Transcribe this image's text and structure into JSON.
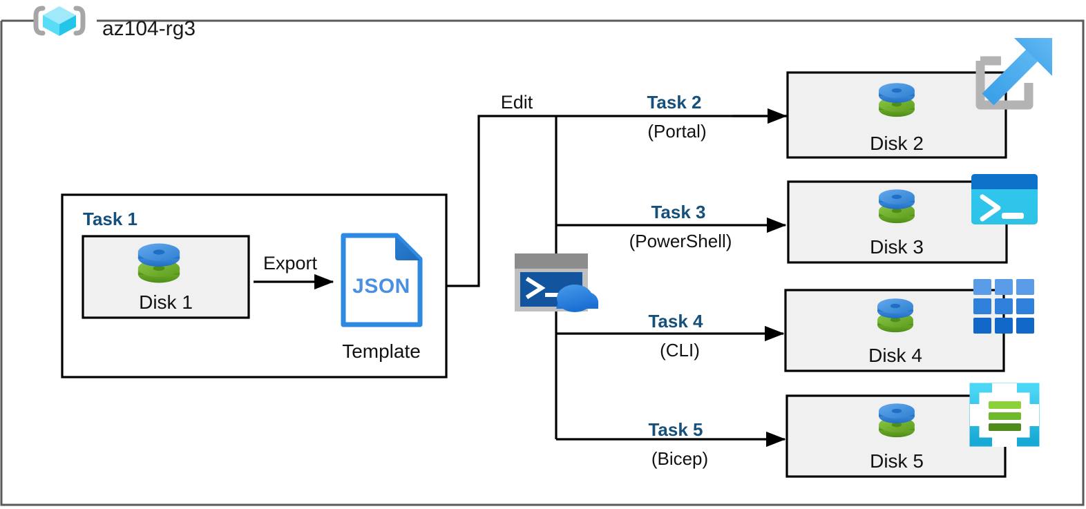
{
  "diagram": {
    "title": "az104-rg3",
    "resource_group_icon": "resource-group-cube-icon",
    "frame_color": "#595959",
    "accent_color": "#15507d",
    "tile_fill": "#f0f0f0",
    "disk_blue": "#3b87d8",
    "disk_green": "#6aaa2a"
  },
  "task1": {
    "label": "Task 1",
    "disk": {
      "name": "Disk 1",
      "icon": "managed-disk-icon"
    },
    "export_edge": "Export",
    "template": {
      "label": "Template",
      "file_type": "JSON",
      "icon": "json-file-icon"
    }
  },
  "edit_edge": {
    "label": "Edit",
    "shell_icon": "cloud-shell-icon"
  },
  "branches": [
    {
      "task": "Task 2",
      "method": "(Portal)",
      "disk": "Disk 2",
      "tool_icon": "azure-portal-icon",
      "disk_icon": "managed-disk-icon"
    },
    {
      "task": "Task 3",
      "method": "(PowerShell)",
      "disk": "Disk 3",
      "tool_icon": "powershell-icon",
      "disk_icon": "managed-disk-icon"
    },
    {
      "task": "Task 4",
      "method": "(CLI)",
      "disk": "Disk 4",
      "tool_icon": "azure-cli-grid-icon",
      "disk_icon": "managed-disk-icon"
    },
    {
      "task": "Task 5",
      "method": "(Bicep)",
      "disk": "Disk 5",
      "tool_icon": "bicep-file-icon",
      "disk_icon": "managed-disk-icon"
    }
  ]
}
